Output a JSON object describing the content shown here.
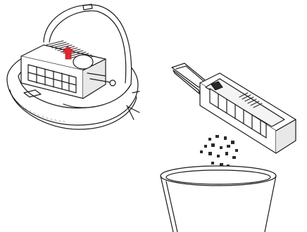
{
  "illustration": {
    "steps": [
      {
        "name": "open-robot-lid-and-lift-dustbin",
        "action": "lift"
      },
      {
        "name": "open-dustbin-lid",
        "action": "open"
      },
      {
        "name": "empty-dust-into-trash-can",
        "action": "empty"
      }
    ],
    "colors": {
      "stroke": "#1a1a1a",
      "fill": "#ffffff",
      "shade": "#d9d9d9",
      "dark": "#2b2b2b",
      "arrow": "#e3262f"
    },
    "icons": [
      "robot-vacuum-icon",
      "dustbin-icon",
      "arrow-up-icon",
      "trash-can-icon",
      "dust-particles-icon"
    ]
  }
}
